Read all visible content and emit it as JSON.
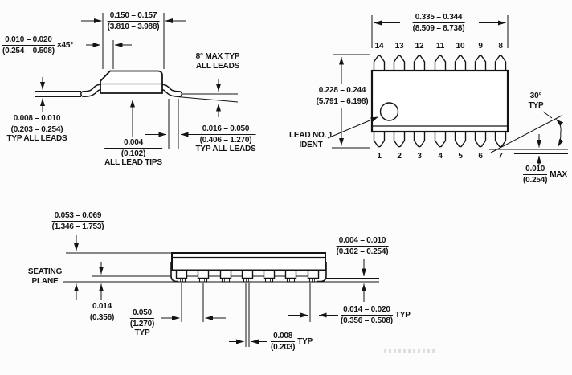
{
  "drawing": {
    "end_view": {
      "dim_body_width": {
        "in": "0.150 – 0.157",
        "mm": "(3.810 – 3.988)"
      },
      "dim_chamfer": {
        "in": "0.010 – 0.020",
        "mm": "(0.254 – 0.508)",
        "suffix": "×45°"
      },
      "note_lead_angle_1": "8° MAX TYP",
      "note_lead_angle_2": "ALL LEADS",
      "dim_lead_thickness": {
        "in": "0.008 – 0.010",
        "mm": "(0.203 – 0.254)",
        "note": "TYP ALL LEADS"
      },
      "dim_lead_tips": {
        "in": "0.004",
        "mm": "(0.102)",
        "note": "ALL LEAD TIPS"
      },
      "dim_foot_length": {
        "in": "0.016 – 0.050",
        "mm": "(0.406 – 1.270)",
        "note": "TYP ALL LEADS"
      }
    },
    "top_view": {
      "dim_body_length": {
        "in": "0.335 – 0.344",
        "mm": "(8.509 – 8.738)"
      },
      "dim_body_width": {
        "in": "0.228 – 0.244",
        "mm": "(5.791 – 6.198)"
      },
      "pin_numbers_top": [
        "14",
        "13",
        "12",
        "11",
        "10",
        "9",
        "8"
      ],
      "pin_numbers_bottom": [
        "1",
        "2",
        "3",
        "4",
        "5",
        "6",
        "7"
      ],
      "label_lead1_line1": "LEAD NO. 1",
      "label_lead1_line2": "IDENT",
      "note_bend_angle_1": "30°",
      "note_bend_angle_2": "TYP",
      "dim_tip_protrusion": {
        "in": "0.010",
        "mm": "(0.254)",
        "suffix": "MAX"
      }
    },
    "side_view": {
      "dim_overall_height": {
        "in": "0.053 – 0.069",
        "mm": "(1.346 – 1.753)"
      },
      "label_seating_1": "SEATING",
      "label_seating_2": "PLANE",
      "dim_standoff": {
        "in": "0.014",
        "mm": "(0.356)"
      },
      "dim_lead_pitch": {
        "in": "0.050",
        "mm": "(1.270)",
        "note": "TYP"
      },
      "dim_foot_width": {
        "in": "0.008",
        "mm": "(0.203)",
        "suffix": "TYP"
      },
      "dim_lead_width": {
        "in": "0.014 – 0.020",
        "mm": "(0.356 – 0.508)",
        "suffix": "TYP"
      },
      "dim_tip_thickness": {
        "in": "0.004 – 0.010",
        "mm": "(0.102 – 0.254)"
      }
    }
  }
}
